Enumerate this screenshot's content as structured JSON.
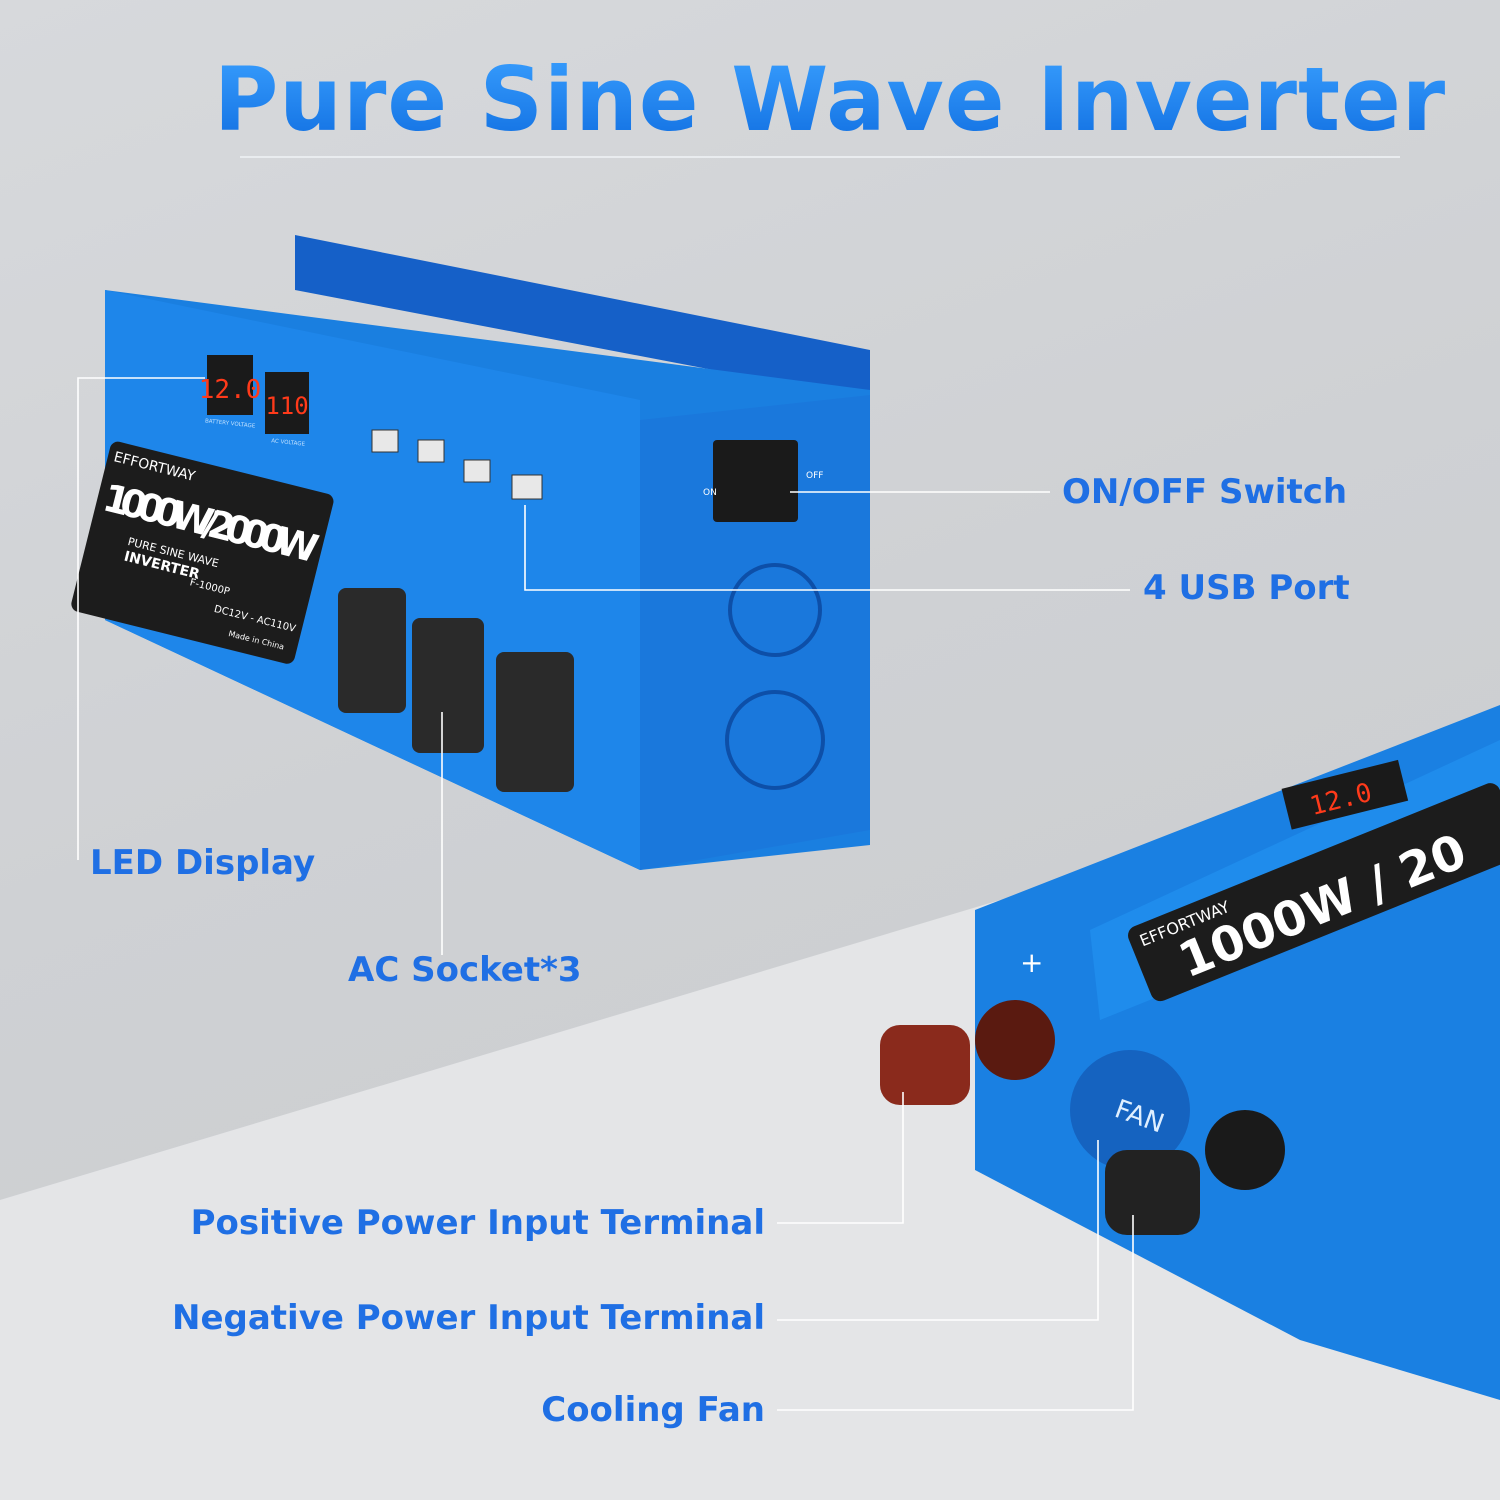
{
  "title": "Pure Sine Wave Inverter",
  "callouts": {
    "switch": "ON/OFF Switch",
    "usb": "4 USB Port",
    "led": "LED Display",
    "ac": "AC Socket*3",
    "positive": "Positive Power Input Terminal",
    "negative": "Negative Power Input Terminal",
    "fan": "Cooling Fan"
  },
  "product": {
    "brand": "EFFORTWAY",
    "power": "1000W/2000W",
    "power_short": "1000W / 20",
    "type_line1": "PURE SINE WAVE",
    "type_line2": "INVERTER",
    "model": "F-1000P",
    "voltage": "DC12V - AC110V",
    "origin": "Made in China",
    "battery_display": "12.0",
    "ac_display": "110",
    "battery_label": "BATTERY VOLTAGE",
    "ac_label": "AC VOLTAGE",
    "switch_on": "ON",
    "switch_off": "OFF",
    "fan_label": "FAN",
    "plus": "+"
  },
  "colors": {
    "accent": "#1f6fe4",
    "device": "#1a7fe0",
    "display": "#ff3a1a"
  }
}
